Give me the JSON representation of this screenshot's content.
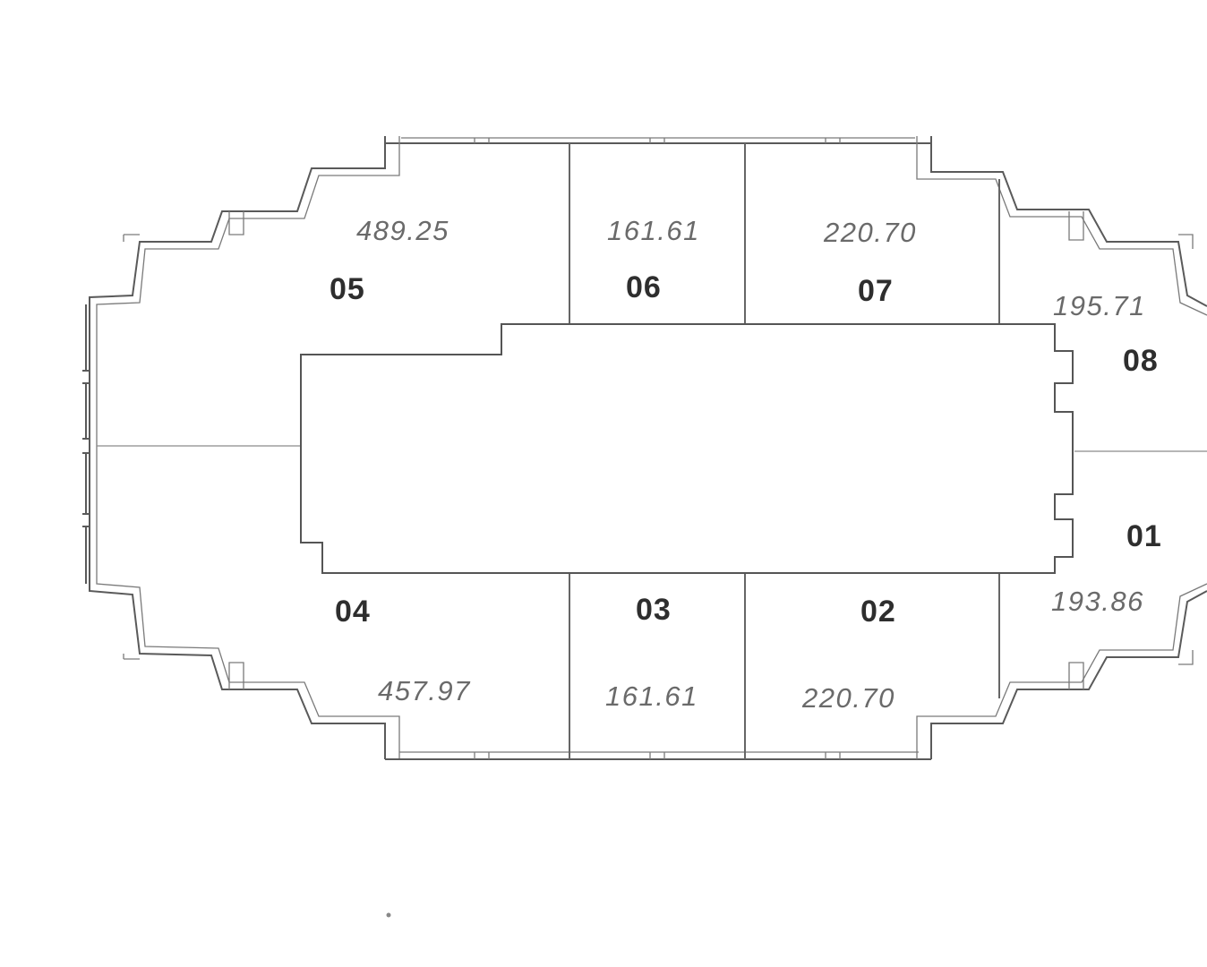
{
  "units": [
    {
      "id": "05",
      "area": "489.25"
    },
    {
      "id": "06",
      "area": "161.61"
    },
    {
      "id": "07",
      "area": "220.70"
    },
    {
      "id": "08",
      "area": "195.71"
    },
    {
      "id": "01",
      "area": "193.86"
    },
    {
      "id": "02",
      "area": "220.70"
    },
    {
      "id": "03",
      "area": "161.61"
    },
    {
      "id": "04",
      "area": "457.97"
    }
  ],
  "colors": {
    "line": "#5a5a5a",
    "unit_text": "#2e2e2e",
    "area_text": "#6a6a6a"
  }
}
